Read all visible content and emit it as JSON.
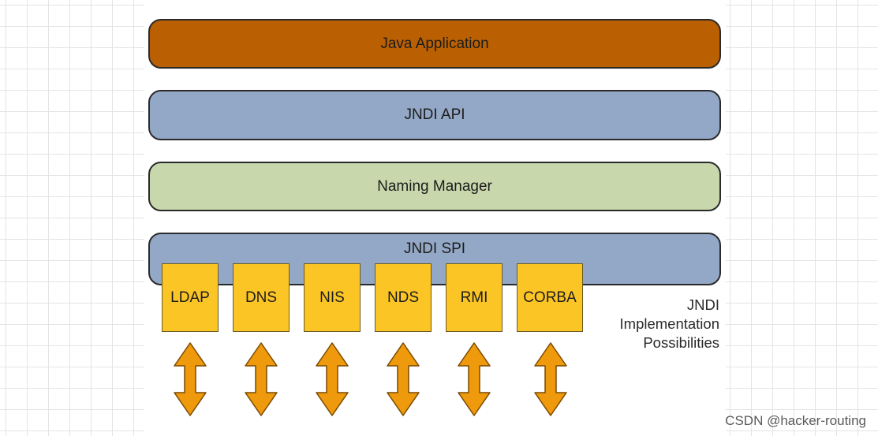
{
  "layers": {
    "java_application": "Java Application",
    "jndi_api": "JNDI API",
    "naming_manager": "Naming Manager",
    "jndi_spi": "JNDI SPI"
  },
  "implementations": [
    "LDAP",
    "DNS",
    "NIS",
    "NDS",
    "RMI",
    "CORBA"
  ],
  "note": {
    "line1": "JNDI",
    "line2": "Implementation",
    "line3": "Possibilities"
  },
  "watermark": "CSDN @hacker-routing",
  "colors": {
    "java_application": "#bb6002",
    "jndi_api": "#93a8c6",
    "naming_manager": "#c8d8ac",
    "jndi_spi": "#93a8c6",
    "implementation_box": "#fcc526",
    "arrow": "#ef9a0c"
  },
  "icons": {
    "arrows": "bidirectional-vertical-arrow"
  }
}
